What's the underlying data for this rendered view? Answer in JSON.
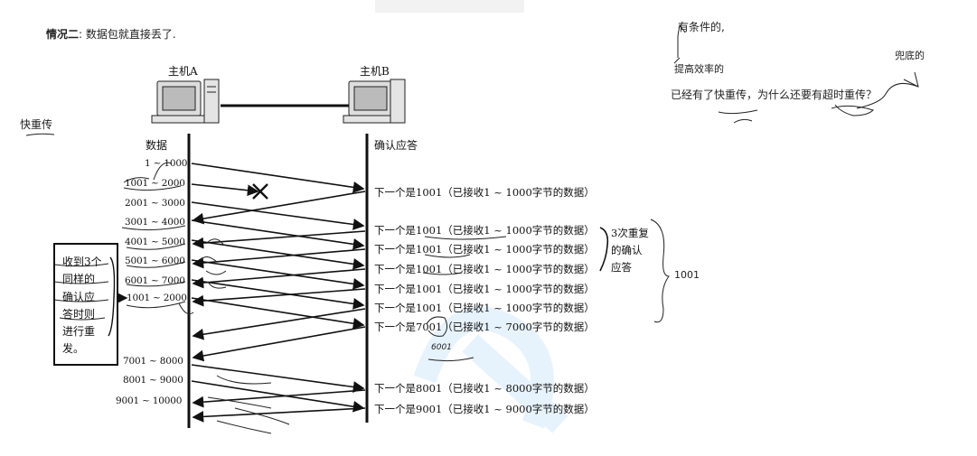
{
  "top": {
    "heading_bold": "情况二",
    "heading_rest": ": 数据包就直接丢了."
  },
  "left_note": "快重传",
  "host_a": "主机A",
  "host_b": "主机B",
  "col_a": "数据",
  "col_b": "确认应答",
  "segments": [
    "1 ~ 1000",
    "1001 ~ 2000",
    "2001 ~ 3000",
    "3001 ~ 4000",
    "4001 ~ 5000",
    "5001 ~ 6000",
    "6001 ~ 7000",
    "1001 ~ 2000",
    "7001 ~ 8000",
    "8001 ~ 9000",
    "9001 ~ 10000"
  ],
  "acks": [
    "下一个是1001（已接收1 ~ 1000字节的数据）",
    "下一个是1001（已接收1 ~ 1000字节的数据）",
    "下一个是1001（已接收1 ~ 1000字节的数据）",
    "下一个是1001（已接收1 ~ 1000字节的数据）",
    "下一个是1001（已接收1 ~ 1000字节的数据）",
    "下一个是1001（已接收1 ~ 1000字节的数据）",
    "下一个是7001（已接收1 ~ 7000字节的数据）",
    "下一个是8001（已接收1 ~ 8000字节的数据）",
    "下一个是9001（已接收1 ~ 9000字节的数据）"
  ],
  "dup_note": [
    "3次重复",
    "的确认",
    "应答"
  ],
  "box_note": [
    "收到3个",
    "同样的",
    "确认应",
    "答时则",
    "进行重",
    "发。"
  ],
  "handwritten": {
    "hw_1001": "1001",
    "hw_6001": "6001",
    "conditional": "有条件的,",
    "efficiency": "提高效率的",
    "fallback": "兜底的",
    "question": "已经有了快重传，为什么还要有超时重传？"
  }
}
